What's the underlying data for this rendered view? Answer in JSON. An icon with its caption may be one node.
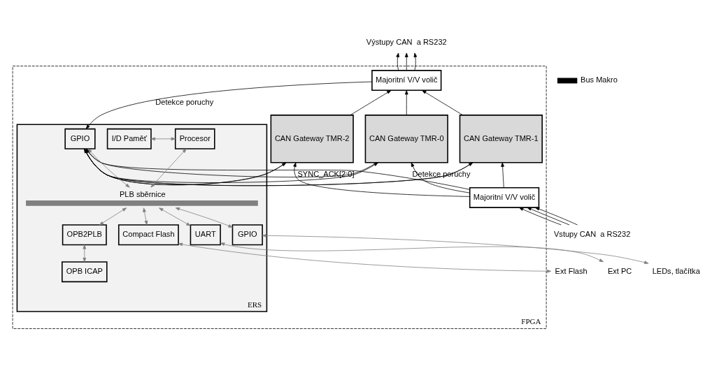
{
  "diagram": {
    "nodes": [
      {
        "text": [
          "FPGA"
        ]
      },
      {
        "text": [
          "Výstupy CAN  a RS232"
        ]
      },
      {
        "text": [
          "Majoritní V/V volič"
        ],
        "in": 0
      },
      {
        "text": [
          "CAN Gateway TMR-0"
        ],
        "in": 0
      },
      {
        "text": [
          "CAN Gateway TMR-1"
        ],
        "in": 0
      },
      {
        "text": [
          "CAN Gateway TMR-2"
        ],
        "in": 0
      },
      {
        "text": [
          "Majoritní V/V volič"
        ],
        "in": 0
      },
      {
        "text": [
          "Vstupy CAN  a RS232"
        ]
      },
      {
        "text": [
          "ERS"
        ],
        "in": 0
      },
      {
        "text": [
          "GPIO"
        ],
        "in": 8
      },
      {
        "text": [
          "Procesor"
        ],
        "in": 8
      },
      {
        "text": [
          "I/D Paměť"
        ],
        "in": 8
      },
      {
        "text": [],
        "shape": "bar",
        "in": 8,
        "beside": [
          "PLB sběrnice"
        ]
      },
      {
        "text": [
          "OPB2PLB"
        ],
        "in": 8
      },
      {
        "text": [
          "OPB ICAP"
        ],
        "in": 8
      },
      {
        "text": [
          "Compact Flash"
        ],
        "in": 8
      },
      {
        "text": [
          "UART"
        ],
        "in": 8
      },
      {
        "text": [
          "GPIO"
        ],
        "in": 8
      },
      {
        "text": [
          "Ext Flash"
        ]
      },
      {
        "text": [
          "Ext PC"
        ]
      },
      {
        "text": [
          "LEDs, tlačítka"
        ]
      }
    ],
    "edges": [
      {
        "from": 2,
        "to": 1,
        "arrow": "to"
      },
      {
        "from": 2,
        "to": 1,
        "arrow": "to"
      },
      {
        "from": 2,
        "to": 1,
        "arrow": "to"
      },
      {
        "from": 3,
        "to": 2,
        "arrow": "to"
      },
      {
        "from": 4,
        "to": 2,
        "arrow": "to"
      },
      {
        "from": 5,
        "to": 2,
        "arrow": "to"
      },
      {
        "from": 2,
        "to": 9,
        "arrow": "to",
        "label": "Detekce poruchy"
      },
      {
        "from": 3,
        "to": 9,
        "arrow": "to",
        "label": "SYNC_ACK[2:0]"
      },
      {
        "from": 4,
        "to": 9,
        "arrow": "to"
      },
      {
        "from": 5,
        "to": 9,
        "arrow": "to"
      },
      {
        "from": 9,
        "to": 3,
        "arrow": "to"
      },
      {
        "from": 9,
        "to": 4,
        "arrow": "to"
      },
      {
        "from": 9,
        "to": 5,
        "arrow": "to"
      },
      {
        "from": 6,
        "to": 3,
        "arrow": "to"
      },
      {
        "from": 6,
        "to": 4,
        "arrow": "to"
      },
      {
        "from": 6,
        "to": 5,
        "arrow": "to"
      },
      {
        "from": 6,
        "to": 9,
        "arrow": "to",
        "label": "Detekce poruchy"
      },
      {
        "from": 7,
        "to": 6,
        "arrow": "to"
      },
      {
        "from": 7,
        "to": 6,
        "arrow": "to"
      },
      {
        "from": 7,
        "to": 6,
        "arrow": "to"
      },
      {
        "from": 9,
        "to": 12,
        "arrow": "both",
        "color": "#808080"
      },
      {
        "from": 10,
        "to": 11,
        "arrow": "both",
        "color": "#808080"
      },
      {
        "from": 10,
        "to": 12,
        "arrow": "both",
        "color": "#808080"
      },
      {
        "from": 12,
        "to": 13,
        "arrow": "both",
        "color": "#808080"
      },
      {
        "from": 12,
        "to": 15,
        "arrow": "both",
        "color": "#808080"
      },
      {
        "from": 12,
        "to": 16,
        "arrow": "both",
        "color": "#808080"
      },
      {
        "from": 12,
        "to": 17,
        "arrow": "both",
        "color": "#808080"
      },
      {
        "from": 13,
        "to": 14,
        "arrow": "both",
        "color": "#808080"
      },
      {
        "from": 15,
        "to": 18,
        "arrow": "both",
        "color": "#808080"
      },
      {
        "from": 16,
        "to": 19,
        "arrow": "both",
        "color": "#808080"
      },
      {
        "from": 17,
        "to": 20,
        "arrow": "both",
        "color": "#808080"
      }
    ],
    "legend": [
      {
        "text": "Bus Makro",
        "color": "#000000"
      }
    ]
  }
}
